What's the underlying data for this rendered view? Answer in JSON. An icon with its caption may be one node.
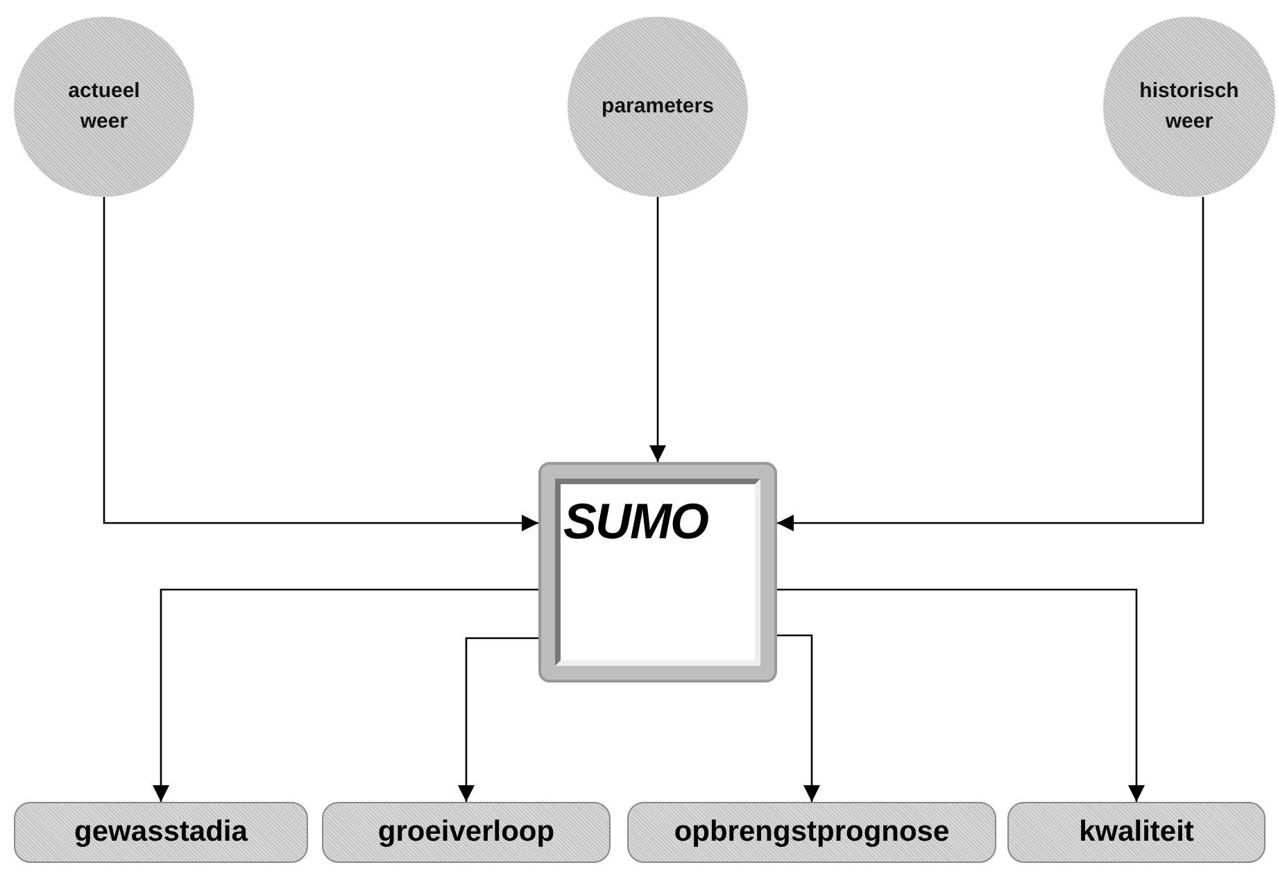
{
  "diagram": {
    "nodes": [
      {
        "text": [
          "actueel weer"
        ]
      },
      {
        "text": [
          "parameters"
        ]
      },
      {
        "text": [
          "historisch weer"
        ]
      },
      {
        "text": [
          "SUMO"
        ]
      },
      {
        "text": [
          "gewasstadia"
        ]
      },
      {
        "text": [
          "groeiverloop"
        ]
      },
      {
        "text": [
          "opbrengstprognose"
        ]
      },
      {
        "text": [
          "kwaliteit"
        ]
      }
    ],
    "edges": [
      {
        "from": 0,
        "to": 3,
        "arrow": "to"
      },
      {
        "from": 1,
        "to": 3,
        "arrow": "to"
      },
      {
        "from": 2,
        "to": 3,
        "arrow": "to"
      },
      {
        "from": 3,
        "to": 4,
        "arrow": "to"
      },
      {
        "from": 3,
        "to": 5,
        "arrow": "to"
      },
      {
        "from": 3,
        "to": 6,
        "arrow": "to"
      },
      {
        "from": 3,
        "to": 7,
        "arrow": "to"
      }
    ]
  }
}
